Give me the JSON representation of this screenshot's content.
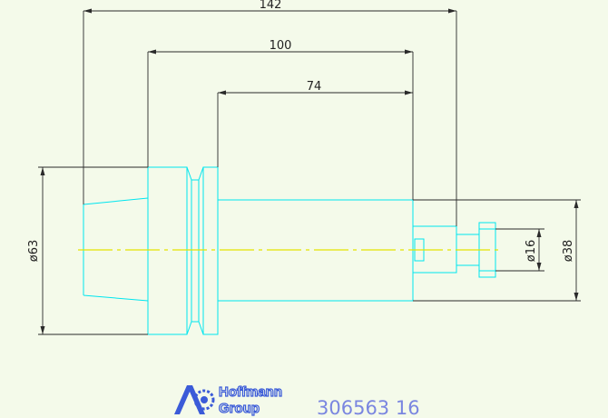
{
  "dimensions": {
    "overall_length": "142",
    "shank_to_end": "100",
    "body_length": "74",
    "flange_diameter": "ø63",
    "nose_diameter": "ø38",
    "tip_diameter": "ø16"
  },
  "brand": {
    "line1": "Hoffmann",
    "line2": "Group"
  },
  "part_number": "306563 16",
  "colors": {
    "background": "#f4faea",
    "outline": "#00e5ef",
    "dimension": "#2a2a2a",
    "centerline": "#e4e400",
    "brand": "#3b5bd8",
    "part_number": "#7a86e0"
  }
}
